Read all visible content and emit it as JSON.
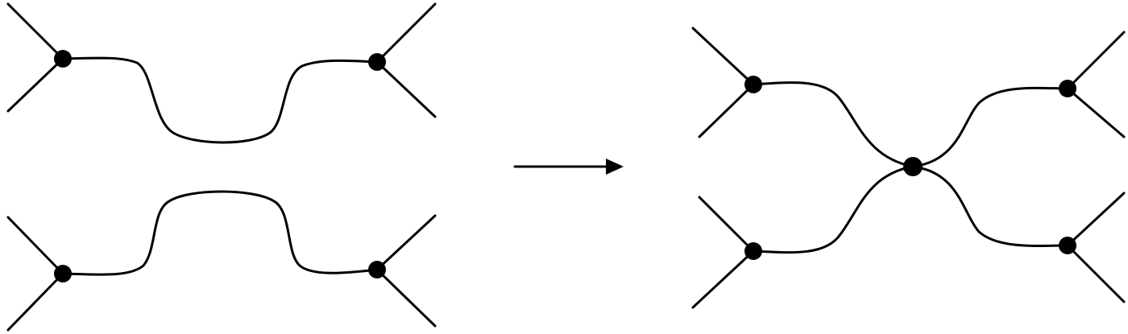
{
  "diagram": {
    "stroke_color": "#000000",
    "background_color": "#ffffff",
    "node_color": "#000000",
    "left": {
      "description_items": [
        "upper-strand",
        "lower-strand"
      ],
      "vertex_count": 4
    },
    "arrow": {
      "direction": "right"
    },
    "right": {
      "vertex_count": 5
    }
  }
}
